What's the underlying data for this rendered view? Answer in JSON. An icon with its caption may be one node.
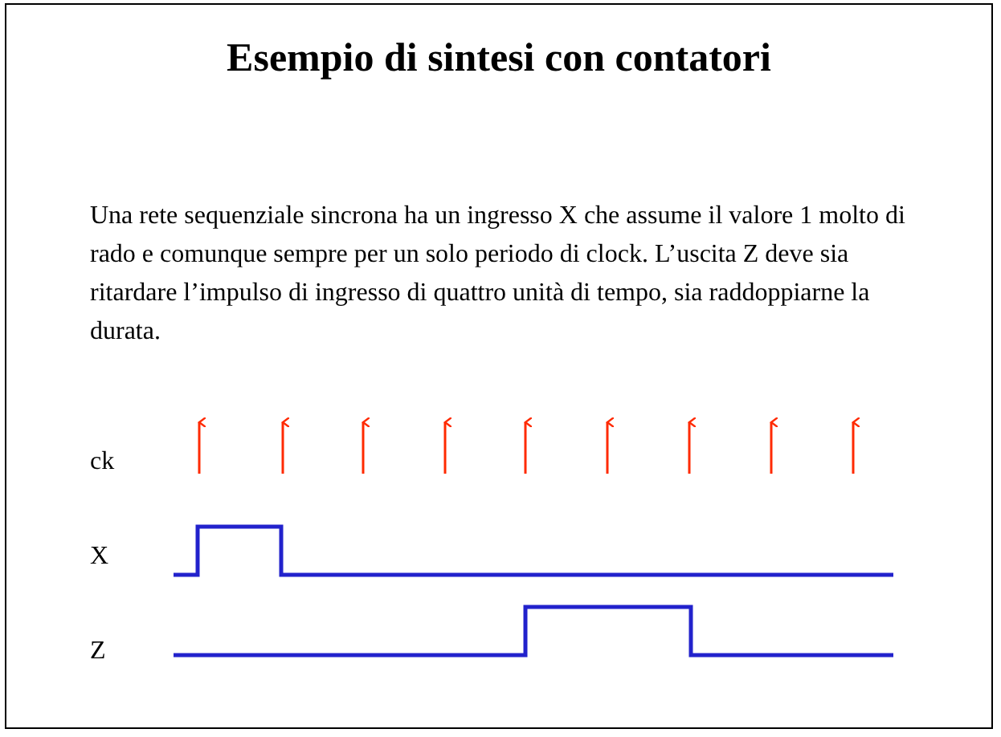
{
  "diagram": {
    "title": "Esempio di sintesi con contatori",
    "labels": [
      "Una rete sequenziale sincrona ha un ingresso X che assume il valore 1 molto di rado e comunque sempre per un solo periodo di clock. L’uscita Z deve sia ritardare l’impulso di ingresso di quattro unità di tempo, sia raddoppiarne la durata.",
      "ck",
      "X",
      "Z"
    ]
  }
}
